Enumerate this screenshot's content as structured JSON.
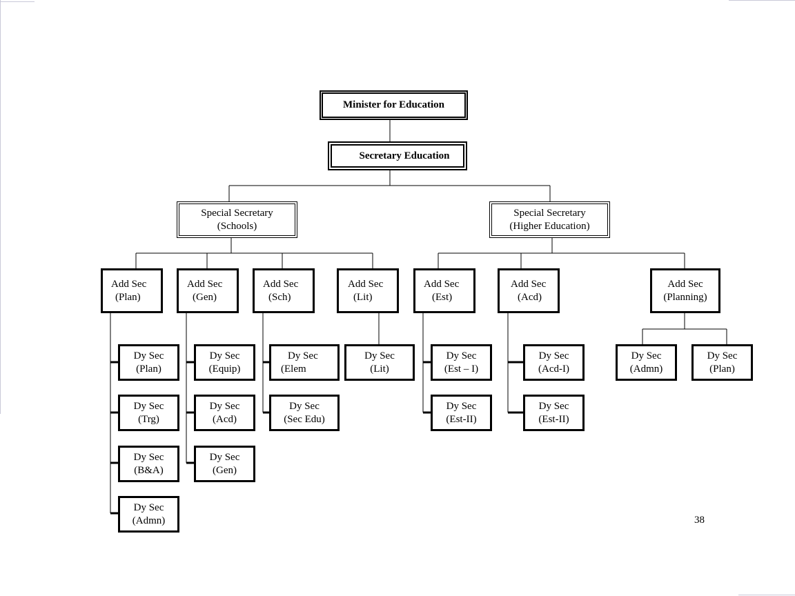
{
  "chart": {
    "minister": "Minister for Education",
    "secretary": "Secretary Education",
    "special_schools": {
      "line1": "Special Secretary",
      "line2": "(Schools)"
    },
    "special_higher": {
      "line1": "Special Secretary",
      "line2": "(Higher Education)"
    },
    "add_secs": [
      {
        "line1": "Add Sec",
        "line2": "(Plan)"
      },
      {
        "line1": "Add Sec",
        "line2": "(Gen)"
      },
      {
        "line1": "Add Sec",
        "line2": "(Sch)"
      },
      {
        "line1": "Add Sec",
        "line2": "(Lit)"
      },
      {
        "line1": "Add Sec",
        "line2": "(Est)"
      },
      {
        "line1": "Add Sec",
        "line2": "(Acd)"
      },
      {
        "line1": "Add Sec",
        "line2": "(Planning)"
      }
    ],
    "dy_secs": {
      "plan": [
        {
          "line1": "Dy Sec",
          "line2": "(Plan)"
        },
        {
          "line1": "Dy Sec",
          "line2": "(Trg)"
        },
        {
          "line1": "Dy Sec",
          "line2": "(B&A)"
        },
        {
          "line1": "Dy Sec",
          "line2": "(Admn)"
        }
      ],
      "gen": [
        {
          "line1": "Dy Sec",
          "line2": "(Equip)"
        },
        {
          "line1": "Dy Sec",
          "line2": "(Acd)"
        },
        {
          "line1": "Dy Sec",
          "line2": "(Gen)"
        }
      ],
      "sch": [
        {
          "line1": "Dy Sec",
          "line2": "(Elem"
        },
        {
          "line1": "Dy Sec",
          "line2": "(Sec Edu)"
        }
      ],
      "lit": [
        {
          "line1": "Dy Sec",
          "line2": "(Lit)"
        }
      ],
      "est": [
        {
          "line1": "Dy Sec",
          "line2": "(Est – I)"
        },
        {
          "line1": "Dy Sec",
          "line2": "(Est-II)"
        }
      ],
      "acd": [
        {
          "line1": "Dy Sec",
          "line2": "(Acd-I)"
        },
        {
          "line1": "Dy Sec",
          "line2": "(Est-II)"
        }
      ],
      "planning": [
        {
          "line1": "Dy Sec",
          "line2": "(Admn)"
        },
        {
          "line1": "Dy Sec",
          "line2": "(Plan)"
        }
      ]
    }
  },
  "page_number": "38"
}
